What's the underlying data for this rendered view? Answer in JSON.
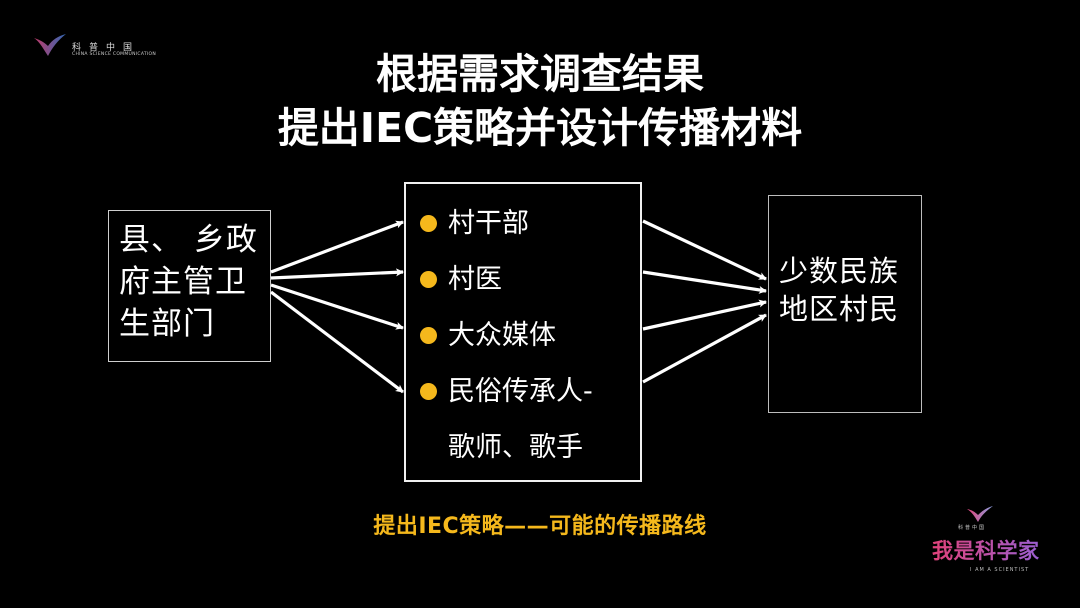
{
  "branding": {
    "top_left_logo": {
      "cn": "科普中国",
      "en": "CHINA SCIENCE COMMUNICATION",
      "icon": "wing-logo-icon"
    },
    "bottom_right_logo": {
      "mini_cn": "科普中国",
      "cn": "我是科学家",
      "en": "I AM A SCIENTIST",
      "icon": "wing-logo-icon"
    }
  },
  "title": {
    "line1": "根据需求调查结果",
    "line2": "提出IEC策略并设计传播材料"
  },
  "diagram": {
    "source_box": {
      "label": "县、乡政府主管卫生部门",
      "lines": [
        "县、 乡政",
        "府主管卫",
        "生部门"
      ]
    },
    "channel_box": {
      "items": [
        {
          "label": "村干部",
          "bullet": true
        },
        {
          "label": "村医",
          "bullet": true
        },
        {
          "label": "大众媒体",
          "bullet": true
        },
        {
          "label": "民俗传承人-",
          "bullet": true
        },
        {
          "label": "歌师、歌手",
          "bullet": false
        }
      ],
      "bullet_color": "#f5b81c"
    },
    "target_box": {
      "label": "少数民族地区村民",
      "lines": [
        "少数民族",
        "地区村民"
      ]
    },
    "arrows": {
      "source_to_channels": 4,
      "channels_to_target": 4
    }
  },
  "caption": "提出IEC策略——可能的传播路线",
  "colors": {
    "background": "#000000",
    "text": "#ffffff",
    "accent": "#f5b81c"
  }
}
